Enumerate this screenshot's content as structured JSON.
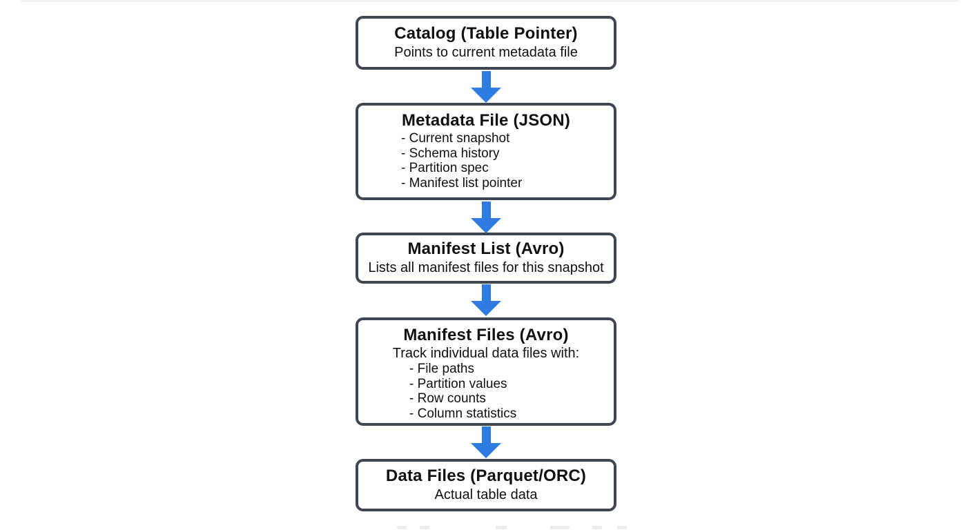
{
  "flowchart": {
    "nodes": [
      {
        "title": "Catalog (Table Pointer)",
        "subtitle": "Points to current metadata file"
      },
      {
        "title": "Metadata File (JSON)",
        "items": [
          "- Current snapshot",
          "- Schema history",
          "- Partition spec",
          "- Manifest list pointer"
        ]
      },
      {
        "title": "Manifest List (Avro)",
        "subtitle": "Lists all manifest files for this snapshot"
      },
      {
        "title": "Manifest Files (Avro)",
        "subtitle": "Track individual data files with:",
        "items": [
          "- File paths",
          "- Partition values",
          "- Row counts",
          "- Column statistics"
        ]
      },
      {
        "title": "Data Files (Parquet/ORC)",
        "subtitle": "Actual table data"
      }
    ],
    "colors": {
      "arrow": "#2f7ce0",
      "node_border": "#3d4653",
      "text": "#111111",
      "background": "#ffffff"
    }
  }
}
